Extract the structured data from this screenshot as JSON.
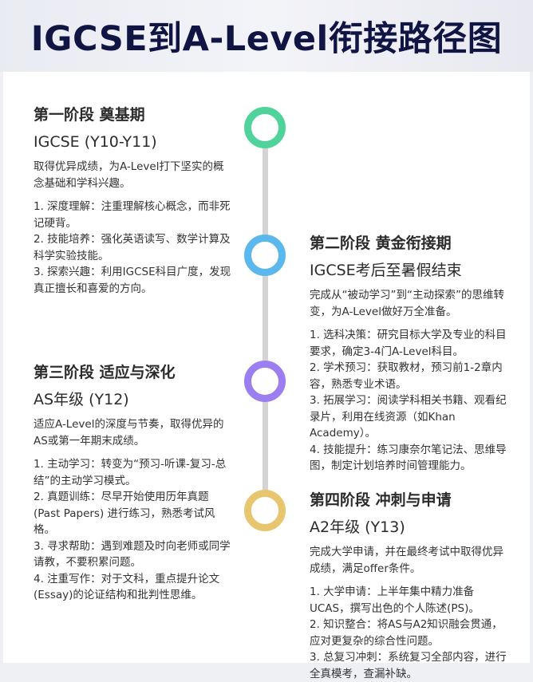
{
  "title": "IGCSE到A-Level衔接路径图",
  "colors": {
    "title": "#101544",
    "stage1": "#4fd39a",
    "stage2": "#5bb8ec",
    "stage3": "#9b7ef0",
    "stage4": "#e8c670",
    "line": "#d4d4d4"
  },
  "stages": [
    {
      "name": "第一阶段 奠基期",
      "period": "IGCSE (Y10-Y11)",
      "desc": "取得优异成绩，为A-Level打下坚实的概念基础和学科兴趣。",
      "items": [
        "1. 深度理解：注重理解核心概念，而非死记硬背。",
        "2. 技能培养：强化英语读写、数学计算及科学实验技能。",
        "3. 探索兴趣：利用IGCSE科目广度，发现真正擅长和喜爱的方向。"
      ]
    },
    {
      "name": "第二阶段 黄金衔接期",
      "period": "IGCSE考后至暑假结束",
      "desc": "完成从“被动学习”到“主动探索”的思维转变，为A-Level做好万全准备。",
      "items": [
        "1. 选科决策：研究目标大学及专业的科目要求，确定3-4门A-Level科目。",
        "2. 学术预习：获取教材，预习前1-2章内容，熟悉专业术语。",
        "3. 拓展学习：阅读学科相关书籍、观看纪录片，利用在线资源（如Khan Academy）。",
        "4. 技能提升：练习康奈尔笔记法、思维导图，制定计划培养时间管理能力。"
      ]
    },
    {
      "name": "第三阶段 适应与深化",
      "period": "AS年级 (Y12)",
      "desc": "适应A-Level的深度与节奏，取得优异的AS或第一年期末成绩。",
      "items": [
        "1. 主动学习：转变为“预习-听课-复习-总结”的主动学习模式。",
        "2. 真题训练：尽早开始使用历年真题 (Past Papers) 进行练习，熟悉考试风格。",
        "3. 寻求帮助：遇到难题及时向老师或同学请教，不要积累问题。",
        "4. 注重写作：对于文科，重点提升论文(Essay)的论证结构和批判性思维。"
      ]
    },
    {
      "name": "第四阶段 冲刺与申请",
      "period": "A2年级 (Y13)",
      "desc": "完成大学申请，并在最终考试中取得优异成绩，满足offer条件。",
      "items": [
        "1. 大学申请：上半年集中精力准备UCAS，撰写出色的个人陈述(PS)。",
        "2. 知识整合：将AS与A2知识融会贯通，应对更复杂的综合性问题。",
        "3. 总复习冲刺：系统复习全部内容，进行全真模考，查漏补缺。"
      ]
    }
  ]
}
